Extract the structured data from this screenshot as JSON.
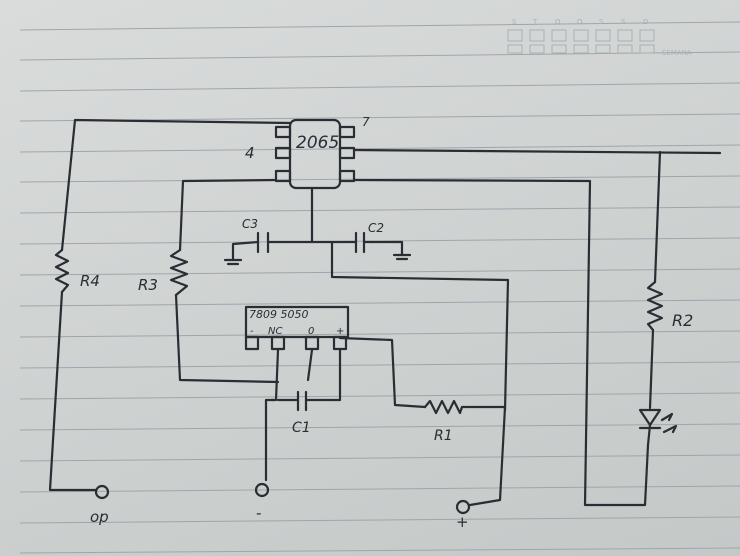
{
  "header": {
    "days": [
      "S",
      "T",
      "Q",
      "Q",
      "S",
      "S",
      "D"
    ],
    "week_label": "SEMANA"
  },
  "ic_top": {
    "text": "2065",
    "pin_left": "4",
    "pin_right": "7"
  },
  "ic_bottom": {
    "text": "7809 5050",
    "pins": [
      "-",
      "NC",
      "0",
      "+"
    ]
  },
  "labels": {
    "r4": "R4",
    "r3": "R3",
    "c3": "C3",
    "c2": "C2",
    "c1": "C1",
    "r1": "R1",
    "r2": "R2"
  },
  "terminals": {
    "op": "op",
    "minus": "-",
    "plus": "+"
  }
}
